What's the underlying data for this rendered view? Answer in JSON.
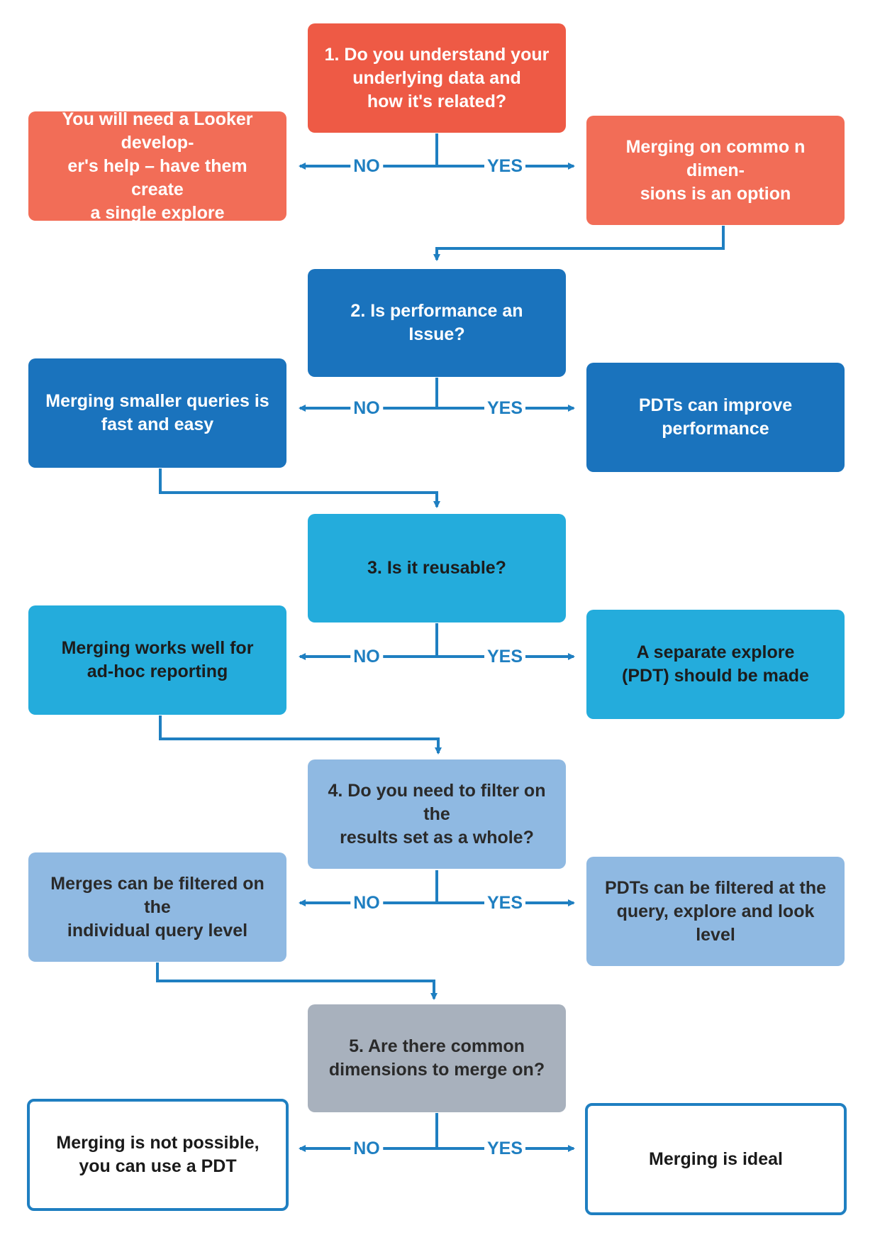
{
  "colors": {
    "q1": "#ee5a45",
    "a1": "#f26d57",
    "q2": "#1a73bd",
    "q3": "#24acdc",
    "q4": "#8fb9e2",
    "q5": "#a8b1bd",
    "connector": "#1f7fc1"
  },
  "rows": [
    {
      "question": "1. Do you understand your\nunderlying data and\nhow it's related?",
      "no": "You will need a Looker develop-\ner's help – have them create\na single explore",
      "yes": "Merging on commo n dimen-\nsions is an option"
    },
    {
      "question": "2. Is performance an Issue?",
      "no": "Merging smaller queries is\nfast and easy",
      "yes": "PDTs can improve\nperformance"
    },
    {
      "question": "3. Is it reusable?",
      "no": "Merging works well for\nad-hoc reporting",
      "yes": "A separate explore\n(PDT) should be made"
    },
    {
      "question": "4. Do you need to filter on the\nresults set as a whole?",
      "no": "Merges can be filtered on the\nindividual query level",
      "yes": "PDTs can be filtered at the\nquery, explore and look level"
    },
    {
      "question": "5. Are there common\ndimensions to merge on?",
      "no": "Merging is not possible,\nyou can use a PDT",
      "yes": "Merging is ideal"
    }
  ],
  "labels": {
    "no": "NO",
    "yes": "YES"
  }
}
